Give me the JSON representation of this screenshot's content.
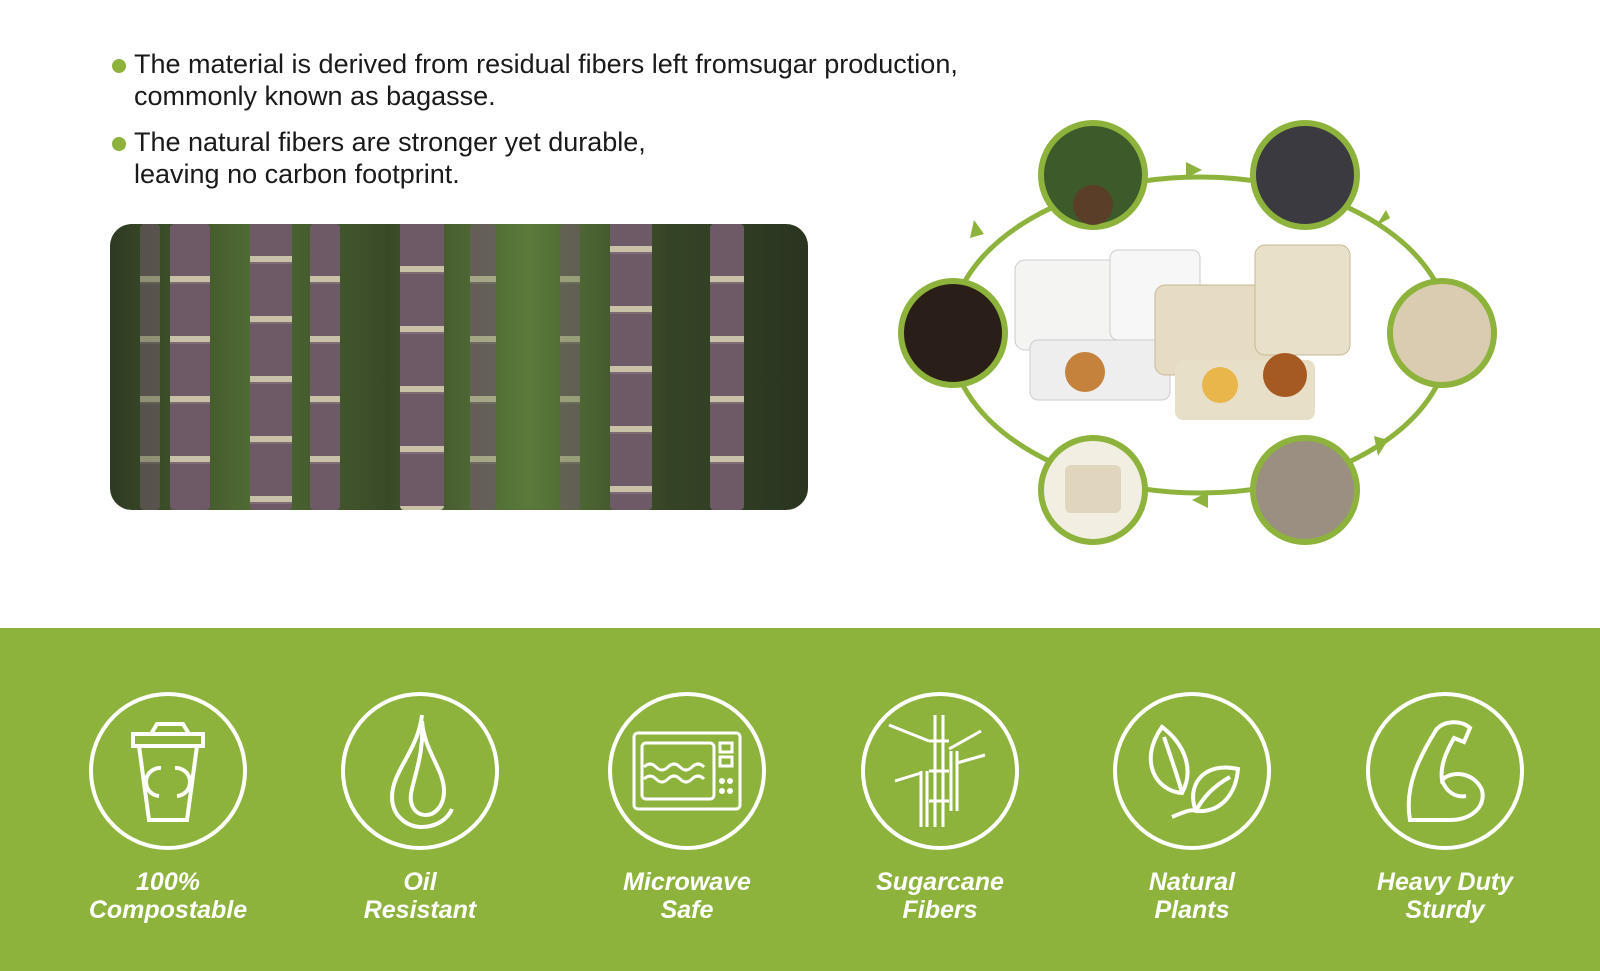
{
  "bullets": [
    {
      "line1": "The material is derived from residual fibers left fromsugar production,",
      "line2": "commonly known as bagasse."
    },
    {
      "line1": "The natural fibers are stronger yet durable,",
      "line2": "leaving no carbon footprint."
    }
  ],
  "colors": {
    "accent": "#8db33c"
  },
  "features": [
    {
      "icon": "compostable-cup-icon",
      "line1": "100%",
      "line2": "Compostable"
    },
    {
      "icon": "oil-drop-icon",
      "line1": "Oil",
      "line2": "Resistant"
    },
    {
      "icon": "microwave-icon",
      "line1": "Microwave",
      "line2": "Safe"
    },
    {
      "icon": "sugarcane-icon",
      "line1": "Sugarcane",
      "line2": "Fibers"
    },
    {
      "icon": "leaves-icon",
      "line1": "Natural",
      "line2": "Plants"
    },
    {
      "icon": "muscle-arm-icon",
      "line1": "Heavy Duty",
      "line2": "Sturdy"
    }
  ]
}
